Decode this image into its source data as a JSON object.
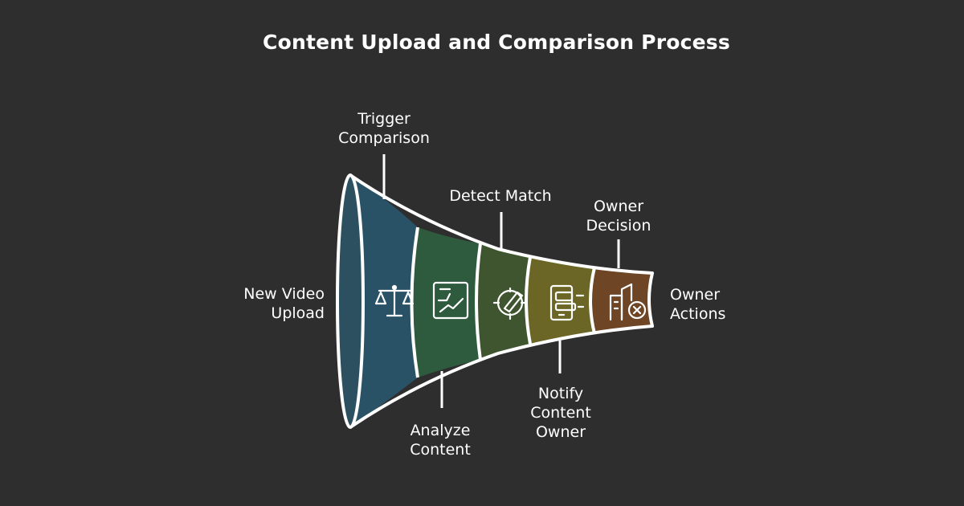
{
  "title": "Content Upload and Comparison Process",
  "stages": [
    {
      "label": "New Video\nUpload",
      "icon": "monitor-upload-icon",
      "color": "#2c5060"
    },
    {
      "label": "Trigger\nComparison",
      "icon": "balance-scale-icon",
      "color": "#2a5266"
    },
    {
      "label": "Analyze\nContent",
      "icon": "chart-monitor-icon",
      "color": "#2e5a3e"
    },
    {
      "label": "Detect Match",
      "icon": "target-pen-icon",
      "color": "#3f5530"
    },
    {
      "label": "Notify\nContent\nOwner",
      "icon": "phone-message-icon",
      "color": "#6b6526"
    },
    {
      "label": "Owner\nDecision",
      "icon": "building-cancel-icon",
      "color": "#6e4626"
    },
    {
      "label": "Owner\nActions",
      "icon": "",
      "color": ""
    }
  ],
  "colors": {
    "background": "#2e2e2e",
    "outline": "#ffffff"
  }
}
